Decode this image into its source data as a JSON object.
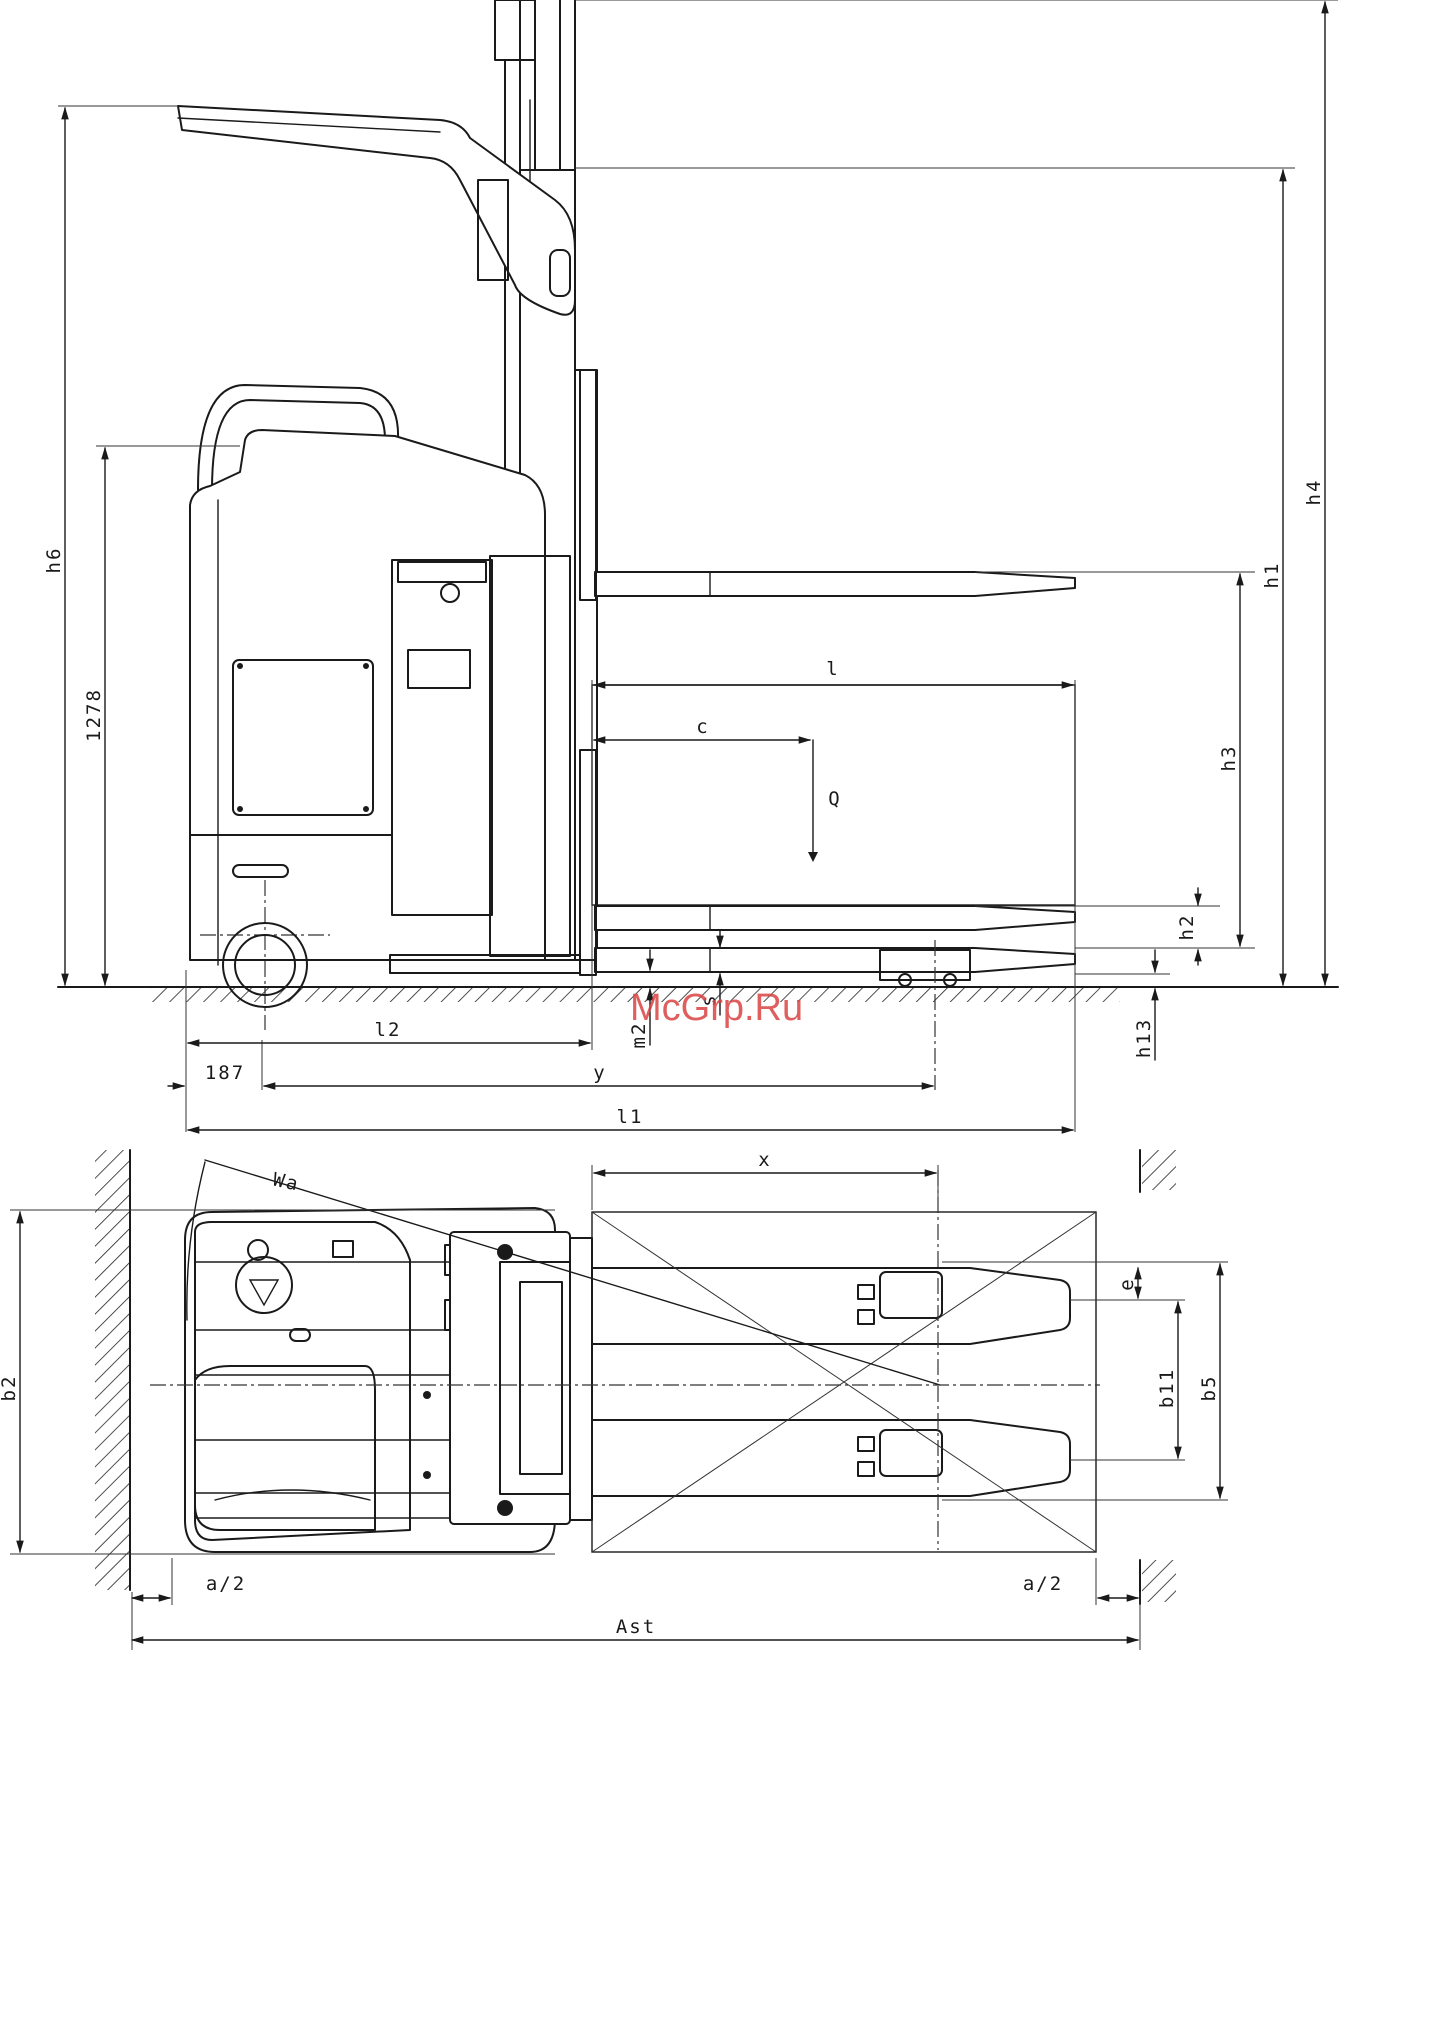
{
  "watermark": "McGrp.Ru",
  "labels": {
    "h6": "h6",
    "h1278": "1278",
    "h4": "h4",
    "h1": "h1",
    "h3": "h3",
    "h2": "h2",
    "h13": "h13",
    "l": "l",
    "c": "c",
    "Q": "Q",
    "l2": "l2",
    "m2": "m2",
    "s": "s",
    "d187": "187",
    "y": "y",
    "l1": "l1",
    "x": "x",
    "Wa": "Wa",
    "e": "e",
    "b11": "b11",
    "b5": "b5",
    "b2": "b2",
    "a2_left": "a/2",
    "a2_right": "a/2",
    "Ast": "Ast"
  }
}
